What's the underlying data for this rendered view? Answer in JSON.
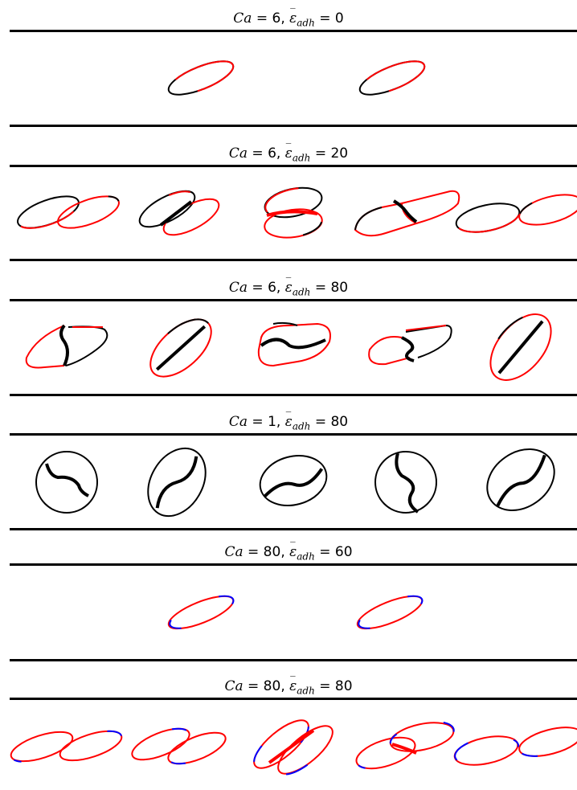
{
  "panels": [
    {
      "ca": "6",
      "eps": "0",
      "colors": [
        "#000000",
        "#ff0000"
      ]
    },
    {
      "ca": "6",
      "eps": "20",
      "colors": [
        "#000000",
        "#ff0000"
      ]
    },
    {
      "ca": "6",
      "eps": "80",
      "colors": [
        "#000000",
        "#ff0000"
      ]
    },
    {
      "ca": "1",
      "eps": "80",
      "colors": [
        "#000000"
      ]
    },
    {
      "ca": "80",
      "eps": "60",
      "colors": [
        "#ff0000",
        "#0000ff"
      ]
    },
    {
      "ca": "80",
      "eps": "80",
      "colors": [
        "#ff0000",
        "#0000ff"
      ]
    }
  ],
  "label_parts": {
    "ca_symbol": "Ca",
    "eps_symbol": "ε",
    "eps_subscript": "adh",
    "separator": ",",
    "equals": "="
  }
}
